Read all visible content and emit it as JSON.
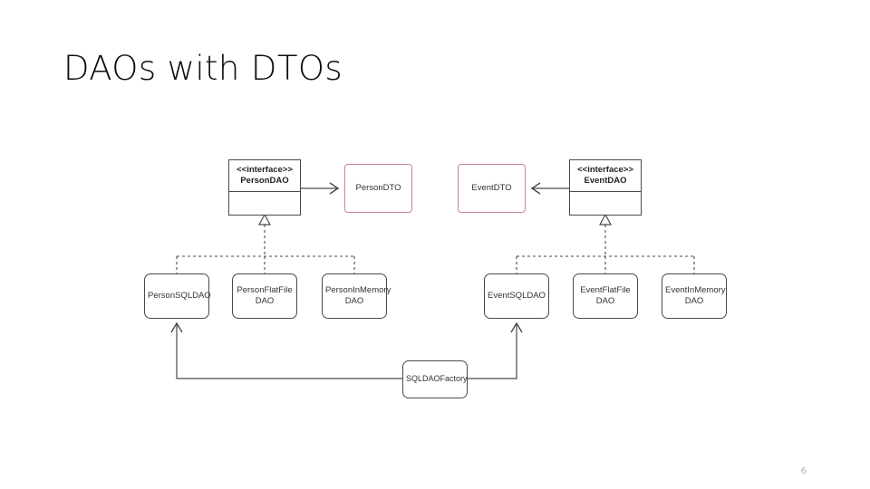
{
  "slide": {
    "title": "DAOs with DTOs",
    "page_number": "6",
    "background_color": "#ffffff"
  },
  "colors": {
    "box_border": "#4a4a4a",
    "dto_border": "#c8888c",
    "connector": "#4a4a4a",
    "text": "#333333",
    "title_text": "#0d0d0d",
    "page_number_text": "#b4b4b4"
  },
  "diagram": {
    "interfaces": [
      {
        "id": "person-dao",
        "stereotype": "<<interface>>",
        "name": "PersonDAO"
      },
      {
        "id": "event-dao",
        "stereotype": "<<interface>>",
        "name": "EventDAO"
      }
    ],
    "dtos": [
      {
        "id": "person-dto",
        "name": "PersonDTO"
      },
      {
        "id": "event-dto",
        "name": "EventDTO"
      }
    ],
    "implementations": [
      {
        "id": "person-sql-dao",
        "name": "PersonSQLDAO"
      },
      {
        "id": "person-flat-file-dao",
        "name": "PersonFlatFile\nDAO"
      },
      {
        "id": "person-in-memory-dao",
        "name": "PersonInMemory\nDAO"
      },
      {
        "id": "event-sql-dao",
        "name": "EventSQLDAO"
      },
      {
        "id": "event-flat-file-dao",
        "name": "EventFlatFile\nDAO"
      },
      {
        "id": "event-in-memory-dao",
        "name": "EventInMemory\nDAO"
      }
    ],
    "factory": {
      "id": "sql-dao-factory",
      "name": "SQLDAOFactory"
    },
    "relationships": [
      {
        "type": "dependency",
        "from": "PersonDAO",
        "to": "PersonDTO",
        "style": "solid-open-arrow"
      },
      {
        "type": "dependency",
        "from": "EventDAO",
        "to": "EventDTO",
        "style": "solid-open-arrow"
      },
      {
        "type": "realization",
        "from": "PersonSQLDAO",
        "to": "PersonDAO",
        "style": "dashed-hollow-triangle"
      },
      {
        "type": "realization",
        "from": "PersonFlatFileDAO",
        "to": "PersonDAO",
        "style": "dashed-hollow-triangle"
      },
      {
        "type": "realization",
        "from": "PersonInMemoryDAO",
        "to": "PersonDAO",
        "style": "dashed-hollow-triangle"
      },
      {
        "type": "realization",
        "from": "EventSQLDAO",
        "to": "EventDAO",
        "style": "dashed-hollow-triangle"
      },
      {
        "type": "realization",
        "from": "EventFlatFileDAO",
        "to": "EventDAO",
        "style": "dashed-hollow-triangle"
      },
      {
        "type": "realization",
        "from": "EventInMemoryDAO",
        "to": "EventDAO",
        "style": "dashed-hollow-triangle"
      },
      {
        "type": "dependency",
        "from": "SQLDAOFactory",
        "to": "PersonSQLDAO",
        "style": "solid-open-arrow"
      },
      {
        "type": "dependency",
        "from": "SQLDAOFactory",
        "to": "EventSQLDAO",
        "style": "solid-open-arrow"
      }
    ]
  }
}
